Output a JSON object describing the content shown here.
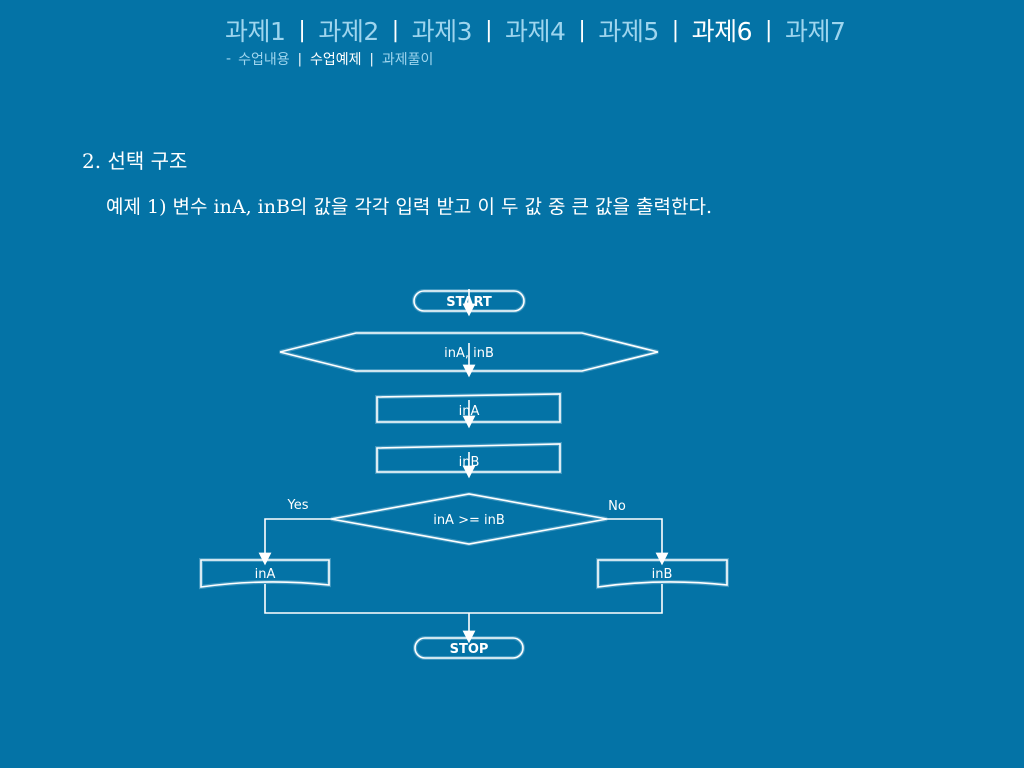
{
  "nav": {
    "tabs": [
      "과제1",
      "과제2",
      "과제3",
      "과제4",
      "과제5",
      "과제6",
      "과제7"
    ],
    "active_index": 5,
    "separator": "|"
  },
  "subnav": {
    "dash": "-",
    "items": [
      "수업내용",
      "수업예제",
      "과제풀이"
    ],
    "active_index": 1,
    "separator": "|"
  },
  "content": {
    "section_title": "2. 선택 구조",
    "example_text": "예제 1) 변수 inA, inB의 값을 각각 입력 받고 이 두 값 중 큰 값을 출력한다."
  },
  "flowchart": {
    "start_label": "START",
    "declare_label": "inA, inB",
    "input_a_label": "inA",
    "input_b_label": "inB",
    "decision_label": "inA >= inB",
    "yes_label": "Yes",
    "no_label": "No",
    "output_yes_label": "inA",
    "output_no_label": "inB",
    "stop_label": "STOP"
  }
}
